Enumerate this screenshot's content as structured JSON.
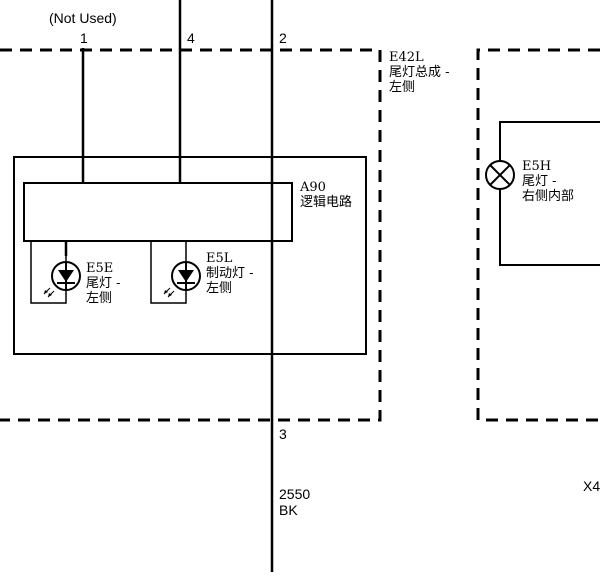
{
  "pins": {
    "not_used": "(Not Used)",
    "p1": "1",
    "p4": "4",
    "p2": "2",
    "p3": "3"
  },
  "e42l": {
    "code": "E42L",
    "line1": "尾灯总成 -",
    "line2": "左侧"
  },
  "a90": {
    "code": "A90",
    "name": "逻辑电路"
  },
  "e5e": {
    "code": "E5E",
    "line1": "尾灯 -",
    "line2": "左侧"
  },
  "e5l": {
    "code": "E5L",
    "line1": "制动灯 -",
    "line2": "左侧"
  },
  "e5h": {
    "code": "E5H",
    "line1": "尾灯 -",
    "line2": "右侧内部"
  },
  "wire": {
    "circuit": "2550",
    "color": "BK"
  },
  "connector": {
    "label": "X4"
  }
}
